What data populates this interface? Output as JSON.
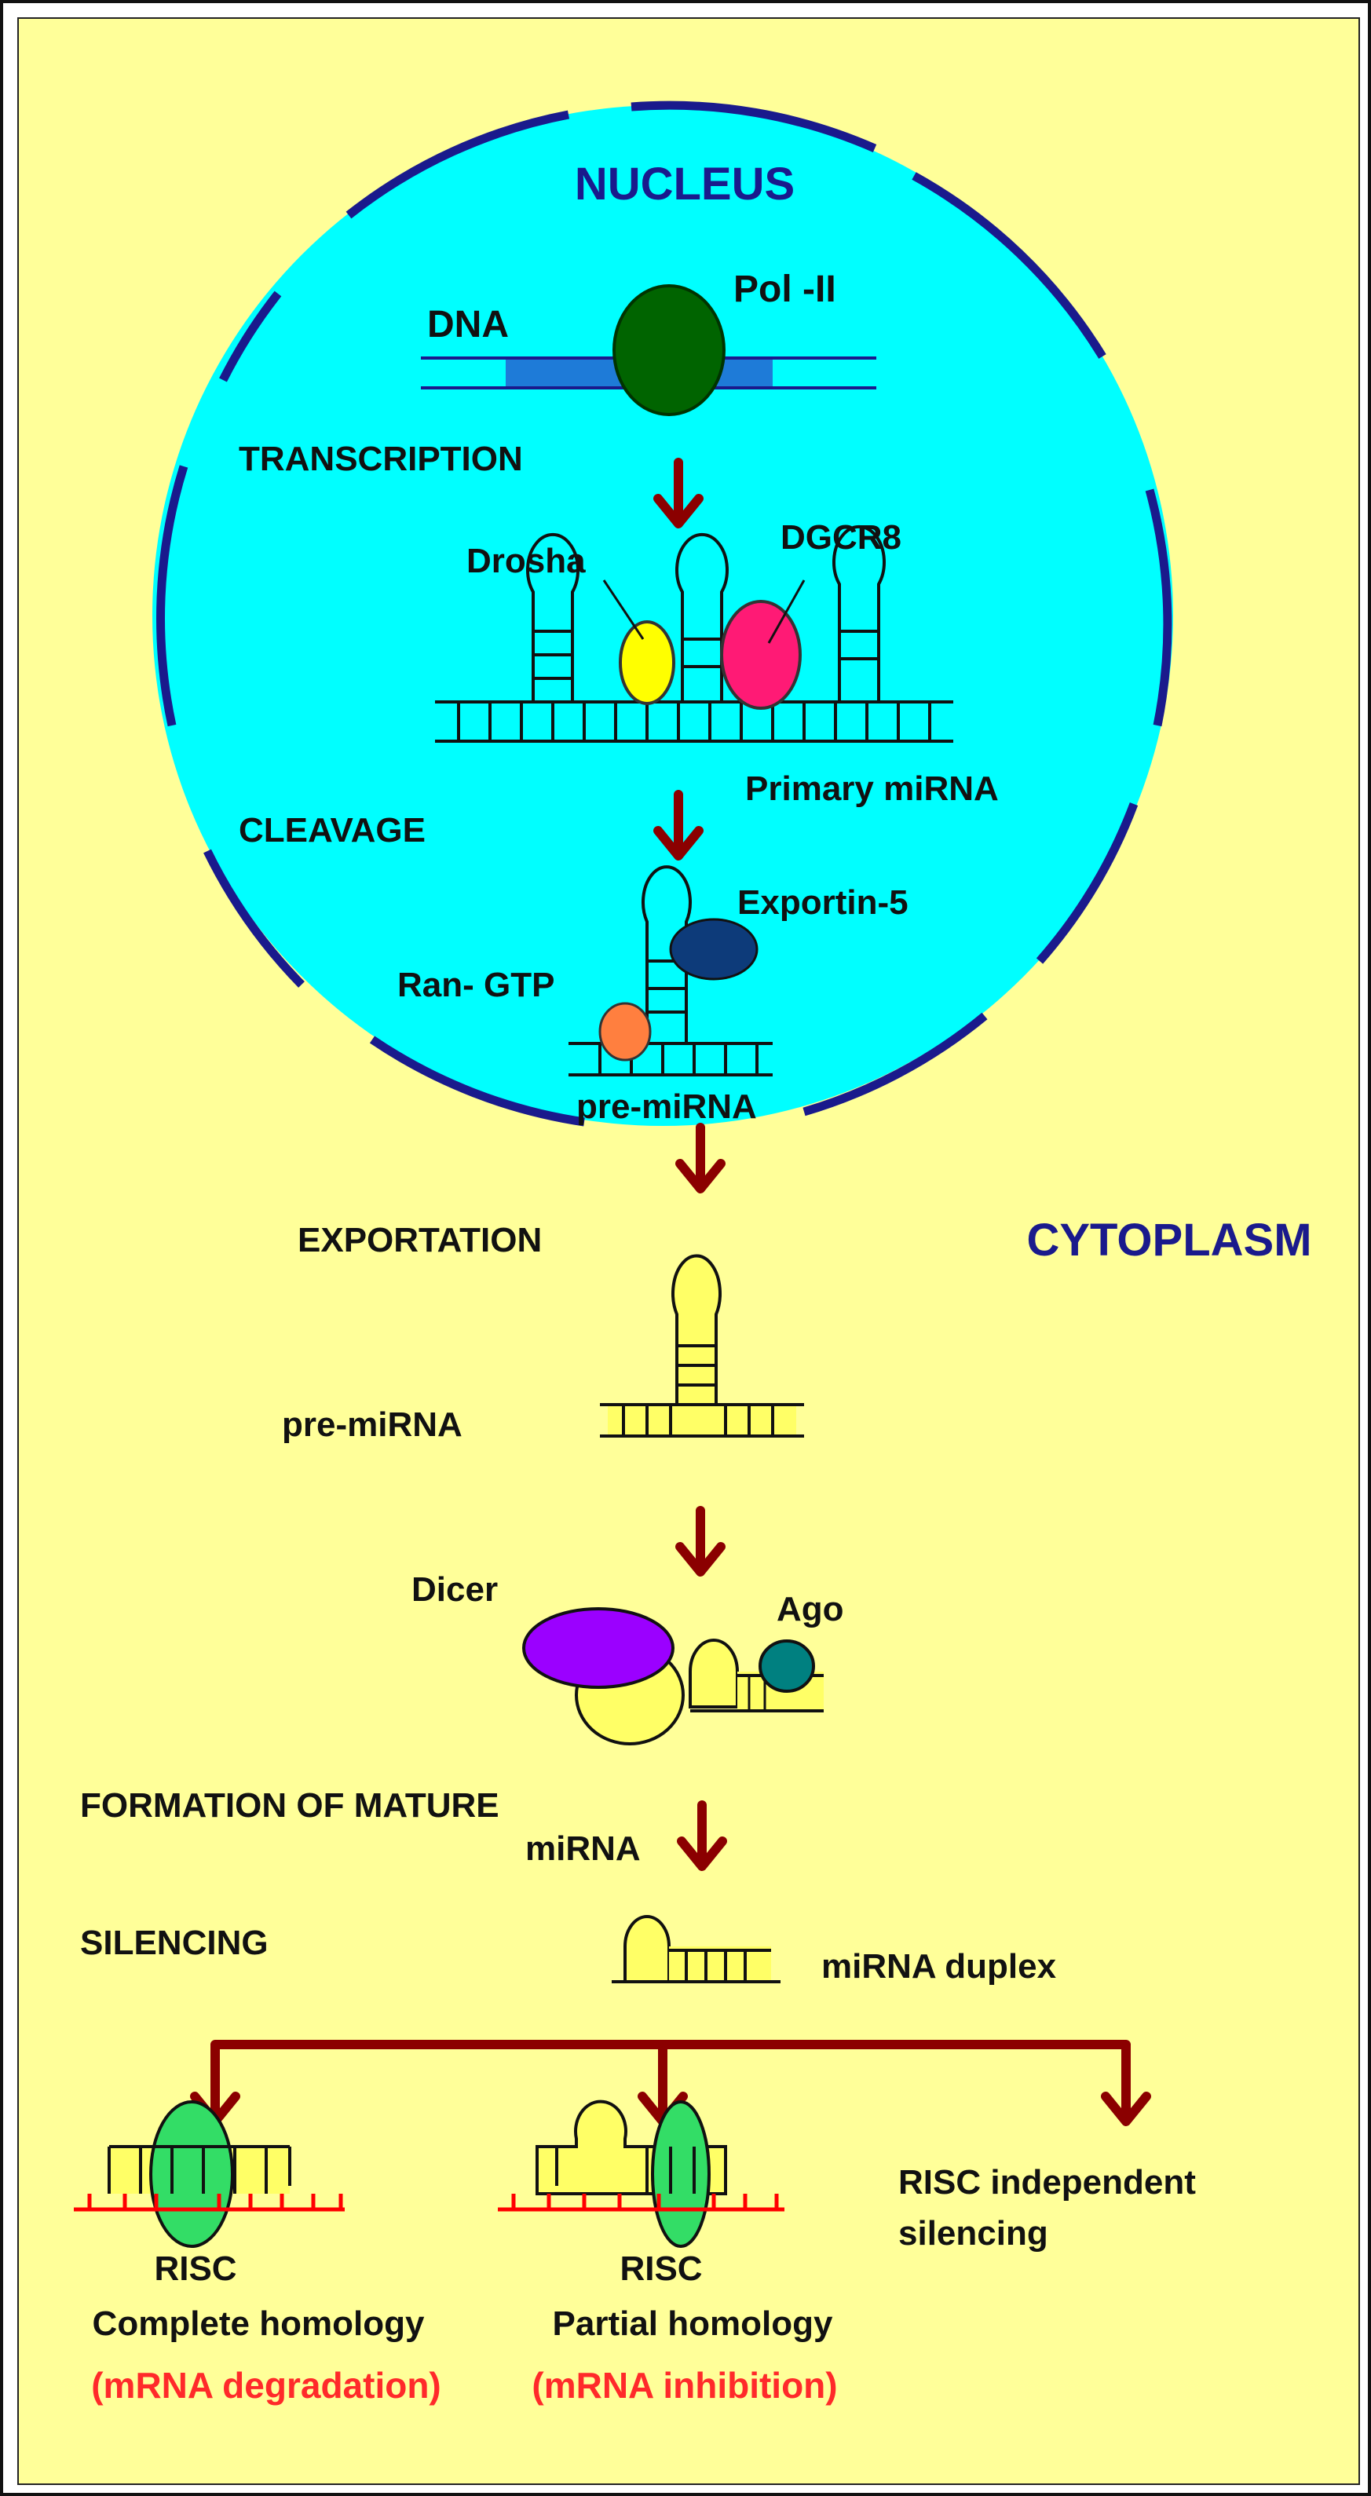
{
  "regions": {
    "nucleus": "NUCLEUS",
    "cytoplasm": "CYTOPLASM"
  },
  "labels": {
    "dna": "DNA",
    "pol2": "Pol -II",
    "transcription": "TRANSCRIPTION",
    "drosha": "Drosha",
    "dgcr8": "DGCR8",
    "primary_mirna": "Primary miRNA",
    "cleavage": "CLEAVAGE",
    "exportin5": "Exportin-5",
    "ran_gtp": "Ran- GTP",
    "pre_mirna_nucleus": "pre-miRNA",
    "exportation": "EXPORTATION",
    "pre_mirna_cytoplasm": "pre-miRNA",
    "dicer": "Dicer",
    "ago": "Ago",
    "formation_line1": "FORMATION OF MATURE",
    "formation_line2": "miRNA",
    "silencing": "SILENCING",
    "mirna_duplex": "miRNA duplex",
    "risc1": "RISC",
    "complete_homology": "Complete homology",
    "mrna_degradation": "(mRNA degradation)",
    "risc2": "RISC",
    "partial_homology": "Partial homology",
    "mrna_inhibition": "(mRNA inhibition)",
    "risc_indep_line1": "RISC independent",
    "risc_indep_line2": "silencing"
  },
  "colors": {
    "background": "#ffff99",
    "nucleus_fill": "#00ffff",
    "nuclear_envelope": "#1a1a8c",
    "arrow": "#8b0000",
    "pol2": "#006400",
    "dna_segment": "#1e7bd8",
    "drosha": "#ffff00",
    "dgcr8": "#ff1a75",
    "exportin5": "#0d3b7a",
    "ran_gtp": "#ff7f3f",
    "dicer": "#9b00ff",
    "ago": "#008080",
    "risc": "#33dd66",
    "mrna": "#ff0000",
    "rna": "#ffff66"
  }
}
